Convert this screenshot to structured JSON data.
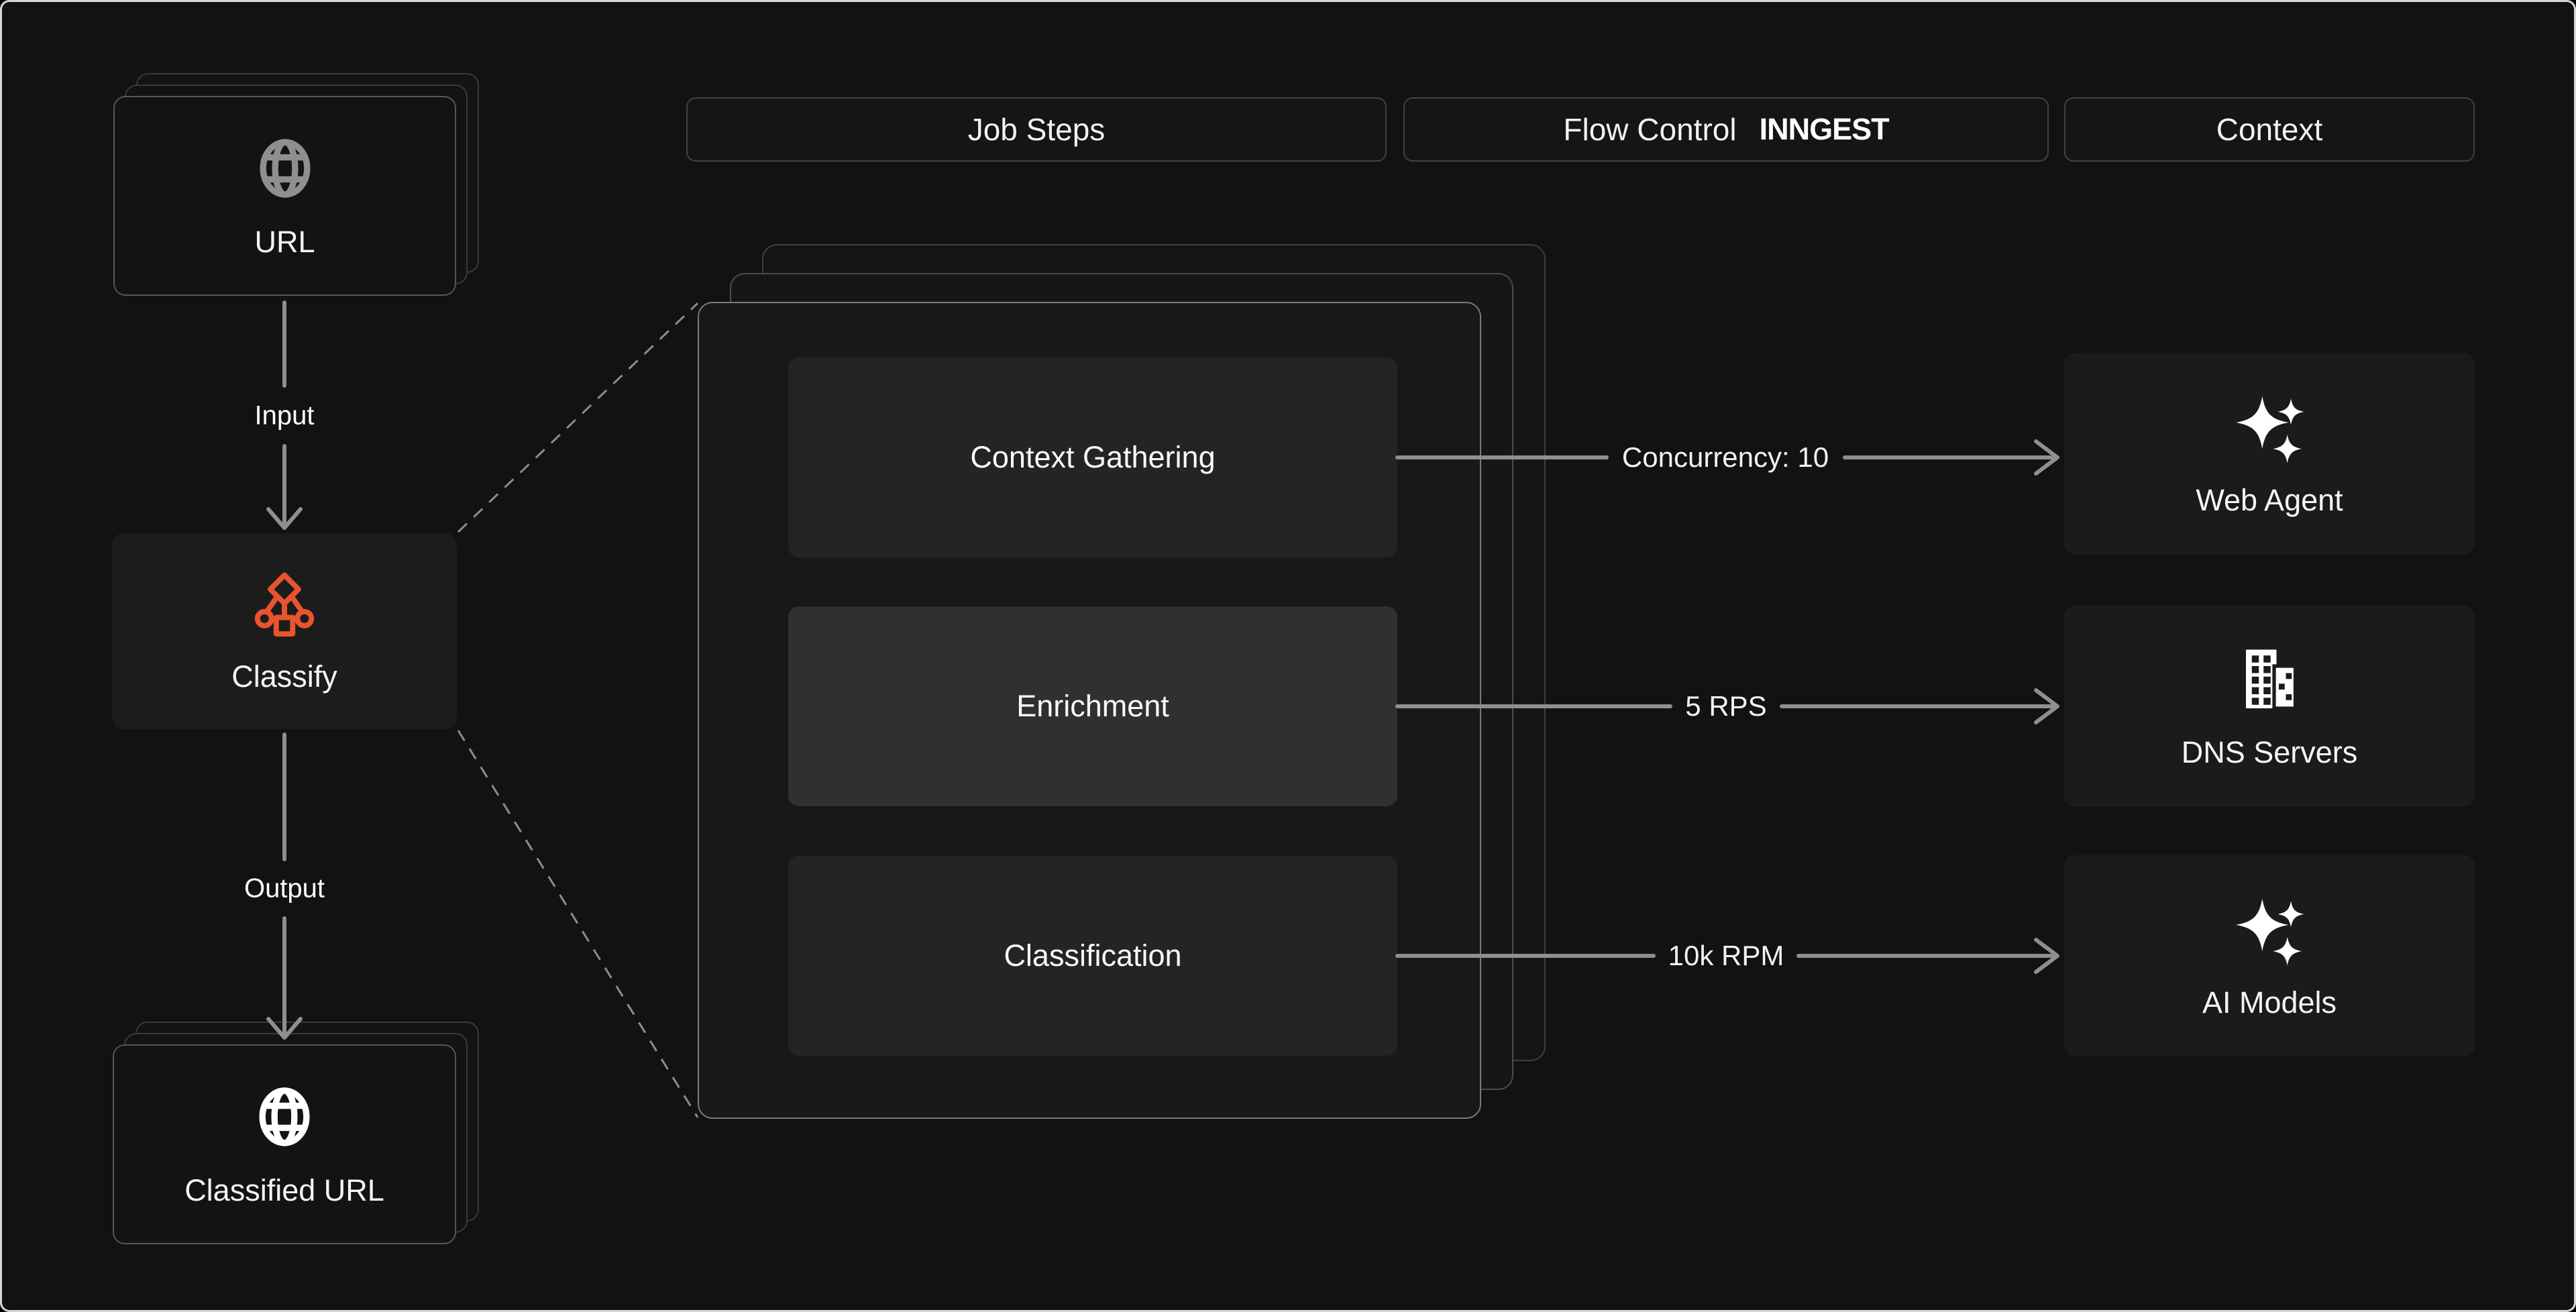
{
  "headers": {
    "job_steps": "Job Steps",
    "flow_control": "Flow Control",
    "inngest_logo": "INNGEST",
    "context": "Context"
  },
  "left_flow": {
    "url_card": {
      "label": "URL",
      "icon": "globe-icon"
    },
    "input_label": "Input",
    "classify_card": {
      "label": "Classify",
      "icon": "workflow-icon"
    },
    "output_label": "Output",
    "classified_card": {
      "label": "Classified URL",
      "icon": "globe-icon"
    }
  },
  "job_steps": [
    {
      "label": "Context Gathering",
      "highlighted": false
    },
    {
      "label": "Enrichment",
      "highlighted": true
    },
    {
      "label": "Classification",
      "highlighted": false
    }
  ],
  "flow_controls": [
    "Concurrency: 10",
    "5 RPS",
    "10k RPM"
  ],
  "context_cards": [
    {
      "label": "Web Agent",
      "icon": "sparkles-icon"
    },
    {
      "label": "DNS Servers",
      "icon": "buildings-icon"
    },
    {
      "label": "AI Models",
      "icon": "sparkles-icon"
    }
  ],
  "colors": {
    "accent_orange": "#E8552D",
    "arrow_grey": "#8F8F8F",
    "highlight_box": "#303030",
    "box": "#242424"
  }
}
